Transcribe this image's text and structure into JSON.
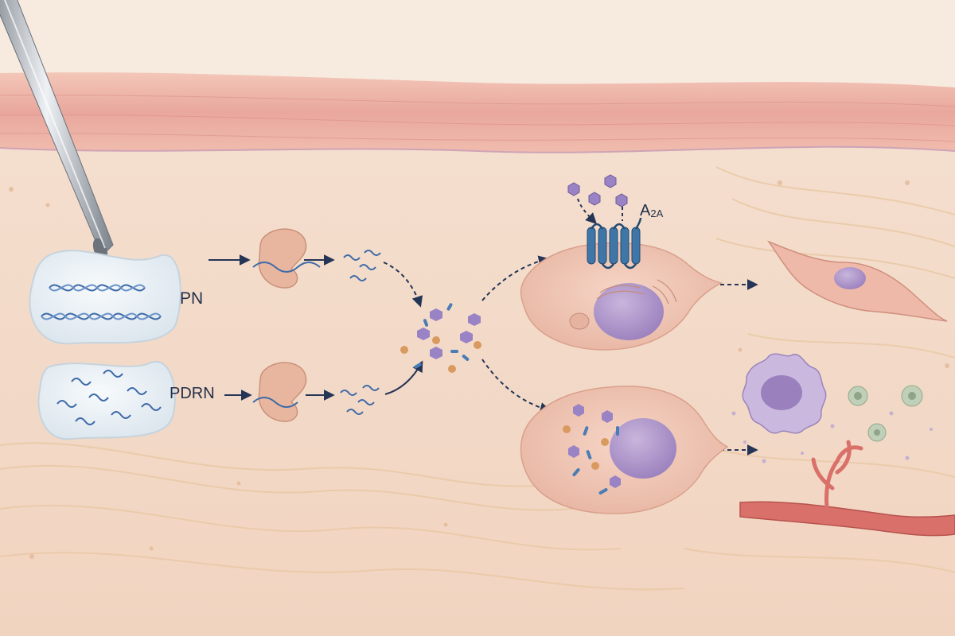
{
  "labels": {
    "pn": "PN",
    "pdrn": "PDRN",
    "receptor_main": "A",
    "receptor_sub": "2A"
  },
  "colors": {
    "background": "#f6e4d6",
    "epidermis": "#e7a59c",
    "dermis": "#f3dccb",
    "dna_strand": "#3d6aa8",
    "enzyme": "#e8b69e",
    "nucleotide_purple": "#9a83c4",
    "nucleotide_orange": "#d99a60",
    "nucleotide_blue": "#4a7cb5",
    "receptor": "#3f76a8",
    "cell": "#efc5b4",
    "nucleus": "#a98fc2",
    "arrow": "#253555",
    "vessel": "#d9716a"
  },
  "icons": [
    "needle-icon",
    "dna-helix-icon",
    "enzyme-icon",
    "receptor-icon",
    "arrow-icon"
  ]
}
